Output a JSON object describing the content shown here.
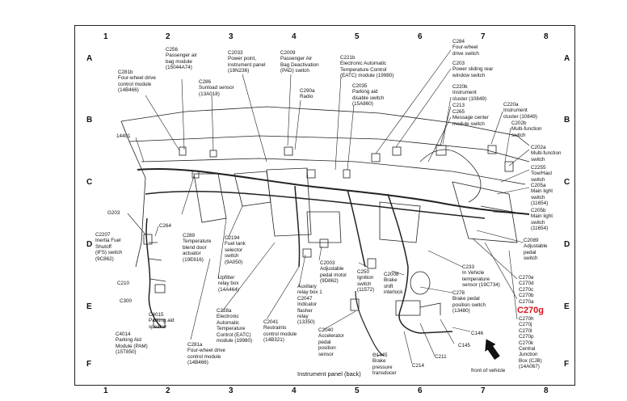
{
  "columns": [
    "1",
    "2",
    "3",
    "4",
    "5",
    "6",
    "7",
    "8"
  ],
  "rows": [
    "A",
    "B",
    "C",
    "D",
    "E",
    "F"
  ],
  "labels": {
    "c256": "C256\nPassenger air\nbag module\n(15044A74)",
    "c281b": "C281b\nFour-wheel drive\ncontrol module\n(14B466)",
    "c286": "C286\nSunload sensor\n(13A018)",
    "c2033": "C2033\nPower point,\ninstrument panel\n(19N236)",
    "c2009": "C2009\nPassenger Air\nBag Deactivation\n(PAD) switch",
    "c290a": "C290a\nRadio",
    "c221b": "C221b\nElectronic Automatic\nTemperature Control\n(EATC) module (19980)",
    "c2035": "C2035\nParking aid\ndisable switch\n(15A860)",
    "c284": "C284\nFour-wheel\ndrive switch",
    "c203": "C203\nPower sliding rear\nwindow switch",
    "c220b": "C220b\nInstrument\ncluster (10849)",
    "c213": "C213",
    "c265": "C265\nMessage center\nmodule switch",
    "c220a": "C220a\nInstrument\ncluster (10849)",
    "c202b": "C202b\nMulti-function\nswitch",
    "c202a": "C202a\nMulti-function\nswitch",
    "c2255": "C2255\nTow/Haul\nswitch",
    "c205a": "C205a\nMain light\nswitch\n(11654)",
    "c205b": "C205b\nMain light\nswitch\n(11654)",
    "c2089": "C2089\nAdjustable\npedal\nswitch",
    "c14401": "14401",
    "g203": "G203",
    "c264": "C264",
    "c2207": "C2207\nInertia Fuel\nShutoff\n(IFS) switch\n(9C862)",
    "c289": "C289\nTemperature\nblend door\nactuator\n(19E616)",
    "c2194": "C2194\nFuel tank\nselector\nswitch\n(9A050)",
    "c210": "C210",
    "c300": "C300",
    "c4015": "C4015\nParking aid\nspeaker",
    "c4014": "C4014\nParking Aid\nModule (PAM)\n(15T850)",
    "upfitter": "Upfitter\nrelay box\n(14A464)",
    "c228a": "C228a\nElectronic\nAutomatic\nTemperature\nControl (EATC)\nmodule (19980)",
    "c281a": "C281a\nFour-wheel drive\ncontrol module\n(14B466)",
    "c2041": "C2041\nRestraints\ncontrol module\n(14B321)",
    "auxrelay": "Auxiliary\nrelay box 1\nC2047\nIndicator\nflasher\nrelay\n(13350)",
    "c2003": "C2003\nAdjustable\npedal motor\n(9D862)",
    "c250": "C250\nIgnition\nswitch\n(11572)",
    "c2008": "C2008\nBrake\nshift\ninterlock",
    "c2040": "C2040\nAccelerator\npedal\nposition\nsensor",
    "c1445": "C1445\nBrake\npressure\ntransducer",
    "c214": "C214",
    "c211": "C211",
    "c145": "C145",
    "c146": "C146",
    "c233": "C233\nIn Vehicle\ntemperature\nsensor (19C734)",
    "c278": "C278\nBrake pedal\nposition switch\n(13480)",
    "c270list": "C270e\nC270d\nC270c\nC270b\nC270a",
    "c270g": "C270g",
    "c270list2": "C270h\nC270j\nC270l\nC270p\nC270k\nCentral\nJunction\nBox (CJB)\n(14A067)"
  },
  "caption": "Instrument panel (back)",
  "front_label": "front of vehicle",
  "colors": {
    "highlight": "#d8141a",
    "line": "#222222"
  }
}
